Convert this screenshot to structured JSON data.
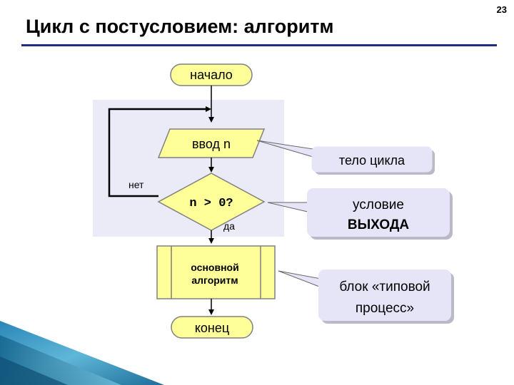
{
  "header": {
    "title": "Цикл с постусловием: алгоритм",
    "slide_number": "23"
  },
  "flowchart": {
    "start": "начало",
    "input_block": "ввод n",
    "condition": "n > 0?",
    "branch_no": "нет",
    "branch_yes": "да",
    "process_line1": "основной",
    "process_line2": "алгоритм",
    "end": "конец"
  },
  "callouts": {
    "body": "тело цикла",
    "exit_line1": "условие",
    "exit_line2": "ВЫХОДА",
    "process_line1": "блок «типовой",
    "process_line2": "процесс»"
  },
  "colors": {
    "block_fill": "#ffff99",
    "callout_fill": "#e5e5f7",
    "loop_region": "#ebebf8",
    "title_rule": "#1f2d86"
  }
}
